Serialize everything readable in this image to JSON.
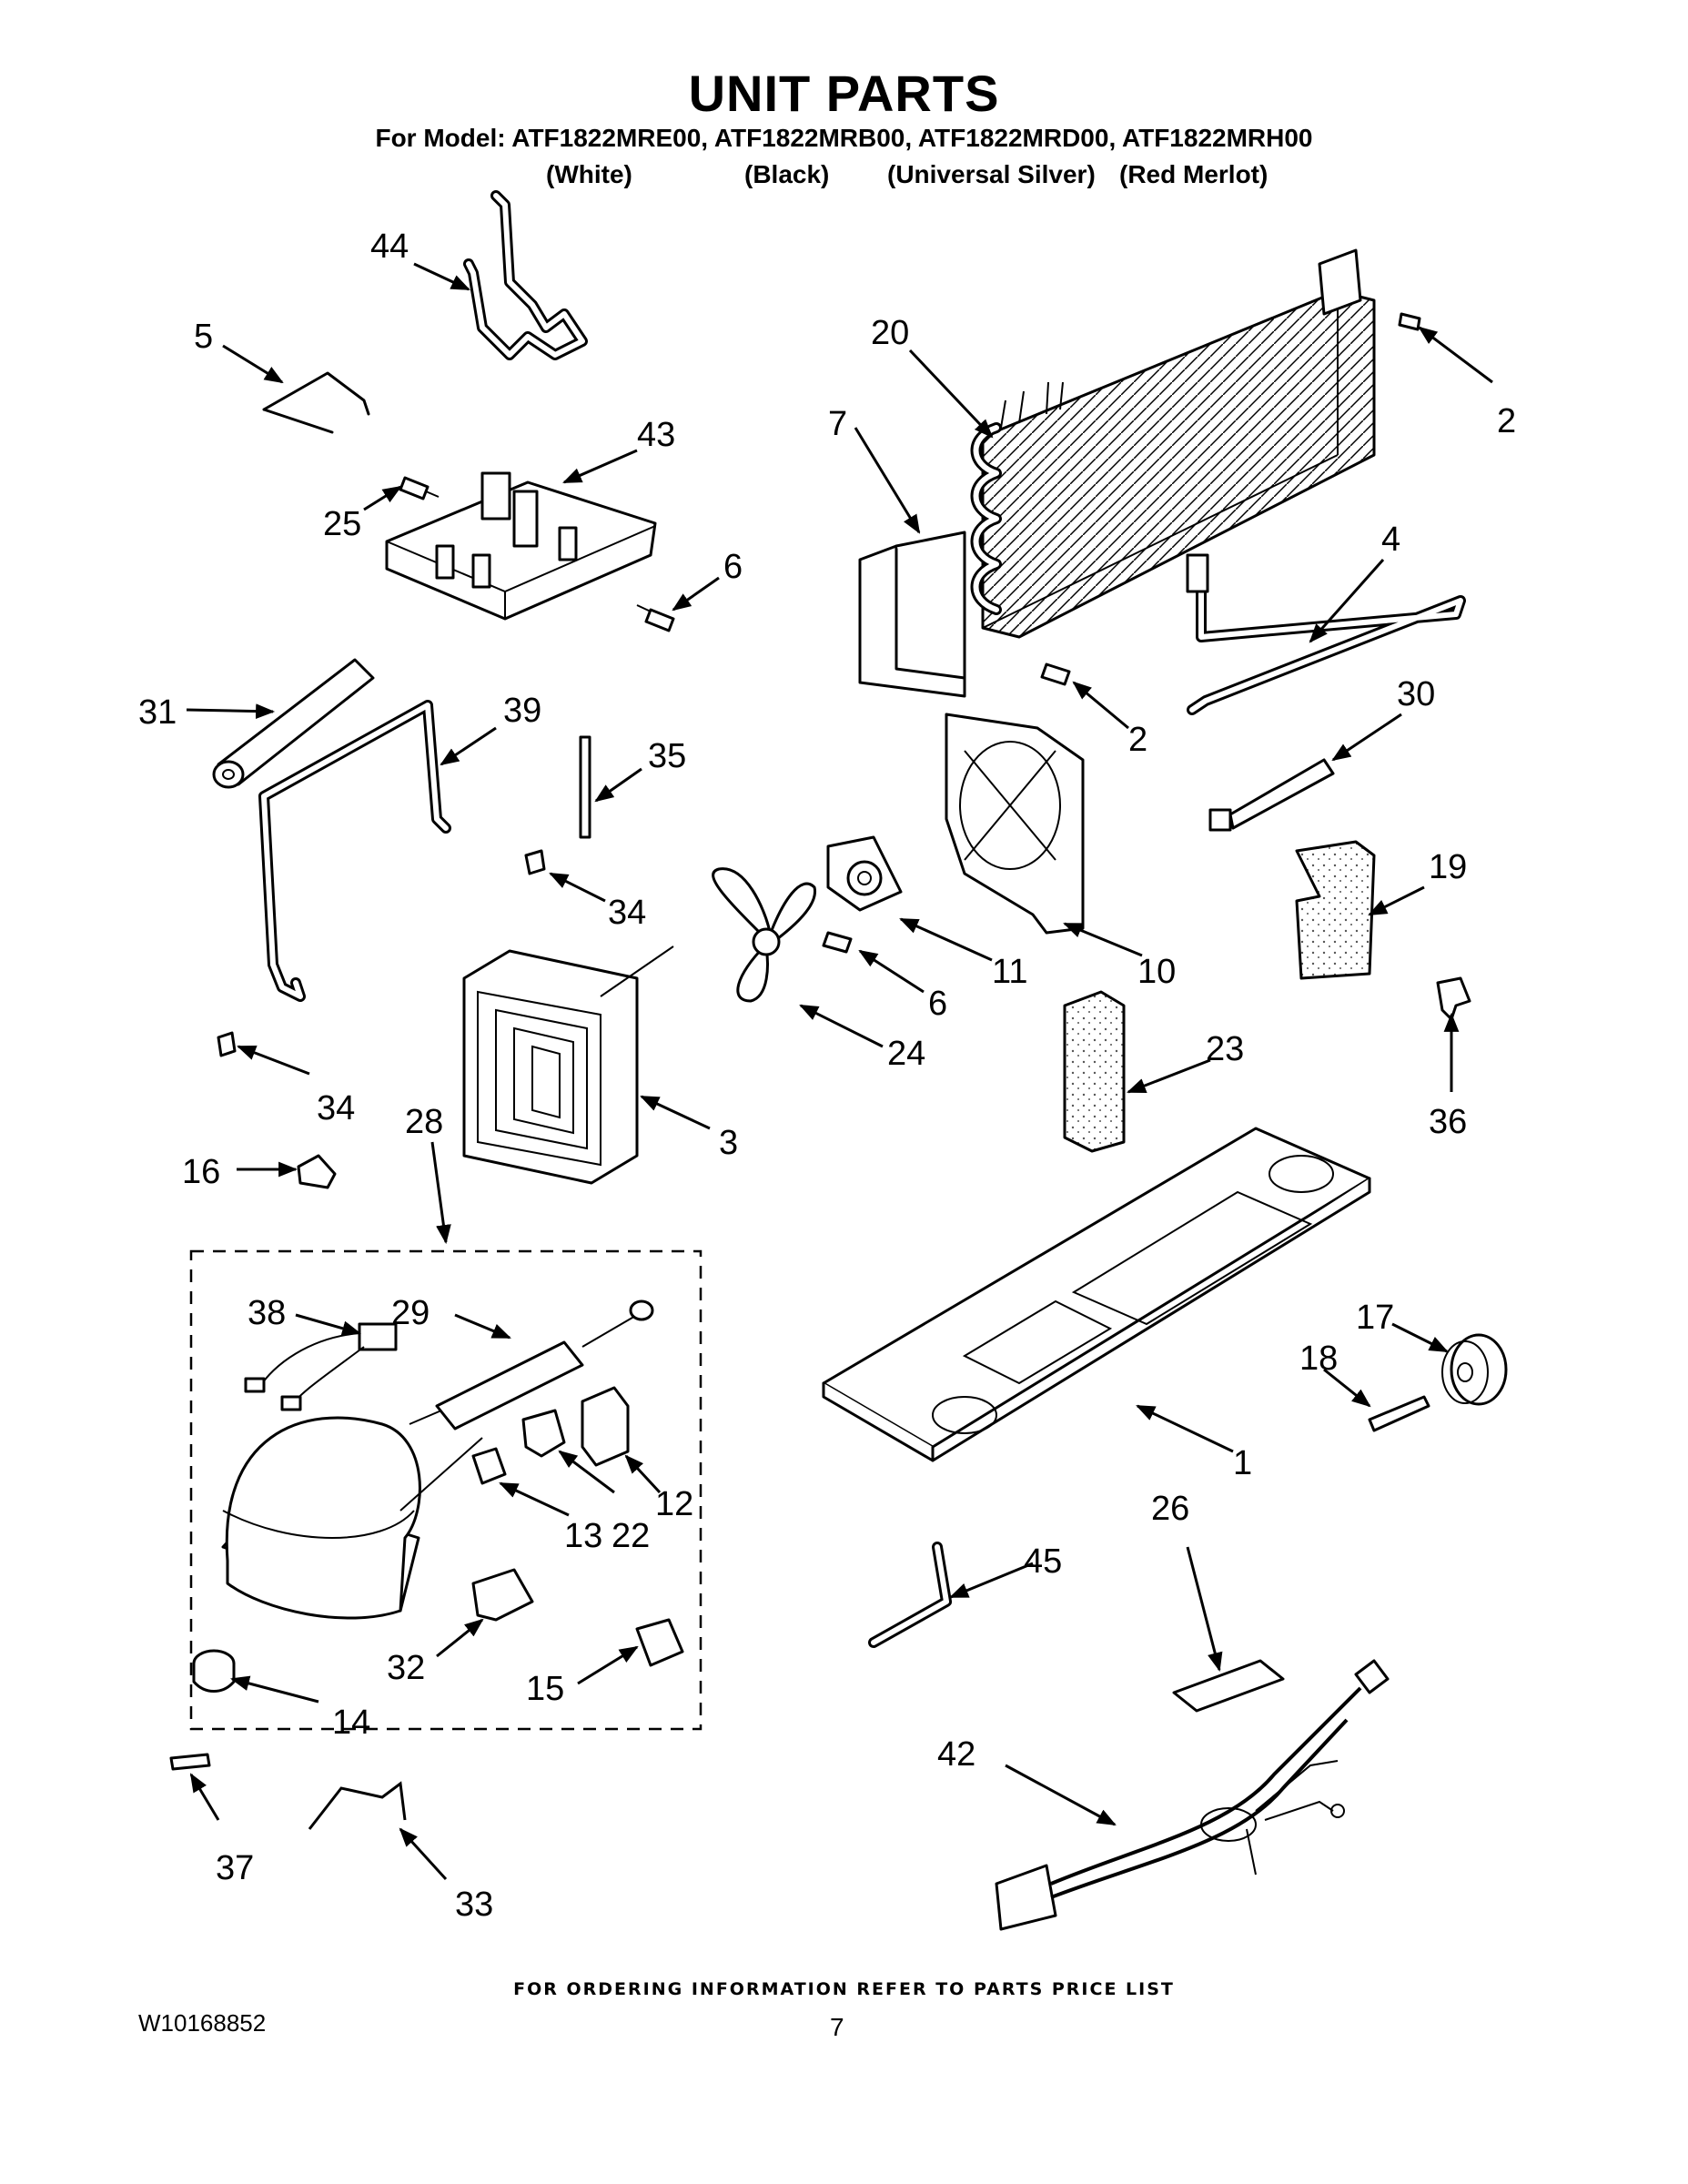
{
  "header": {
    "title": "UNIT PARTS",
    "model_line": "For Model: ATF1822MRE00, ATF1822MRB00, ATF1822MRD00, ATF1822MRH00",
    "colors": [
      "(White)",
      "(Black)",
      "(Universal Silver)",
      "(Red Merlot)"
    ]
  },
  "callouts": [
    "44",
    "5",
    "20",
    "2",
    "7",
    "43",
    "25",
    "6",
    "2",
    "4",
    "31",
    "39",
    "35",
    "30",
    "19",
    "34",
    "11",
    "10",
    "6",
    "24",
    "23",
    "34",
    "3",
    "36",
    "28",
    "16",
    "38",
    "29",
    "17",
    "18",
    "1",
    "12",
    "22",
    "13",
    "45",
    "26",
    "32",
    "15",
    "14",
    "42",
    "37",
    "33"
  ],
  "footer": {
    "note": "FOR ORDERING INFORMATION REFER TO PARTS PRICE LIST",
    "doc_number": "W10168852",
    "page_number": "7"
  }
}
